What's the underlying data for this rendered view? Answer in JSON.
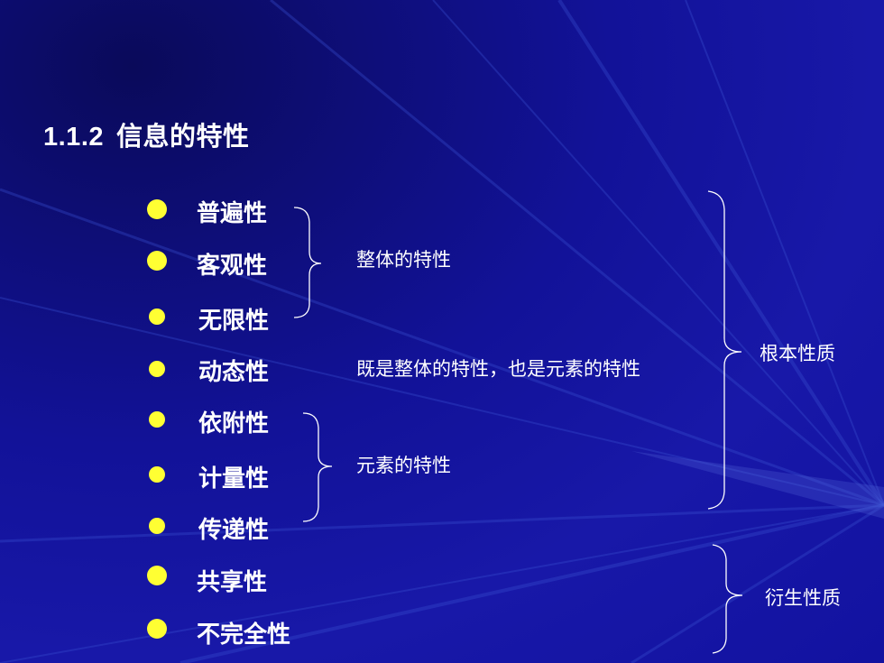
{
  "title": {
    "number": "1.1.2",
    "text": "信息的特性"
  },
  "items": [
    {
      "label": "普遍性"
    },
    {
      "label": "客观性"
    },
    {
      "label": "无限性"
    },
    {
      "label": "动态性"
    },
    {
      "label": "依附性"
    },
    {
      "label": "计量性"
    },
    {
      "label": "传递性"
    },
    {
      "label": "共享性"
    },
    {
      "label": "不完全性"
    }
  ],
  "notes": {
    "whole": "整体的特性",
    "both": "既是整体的特性，也是元素的特性",
    "element": "元素的特性",
    "fundamental": "根本性质",
    "derived": "衍生性质"
  },
  "colors": {
    "bullet": "#ffff33",
    "text": "#ffffff",
    "background": "#1414a0"
  }
}
